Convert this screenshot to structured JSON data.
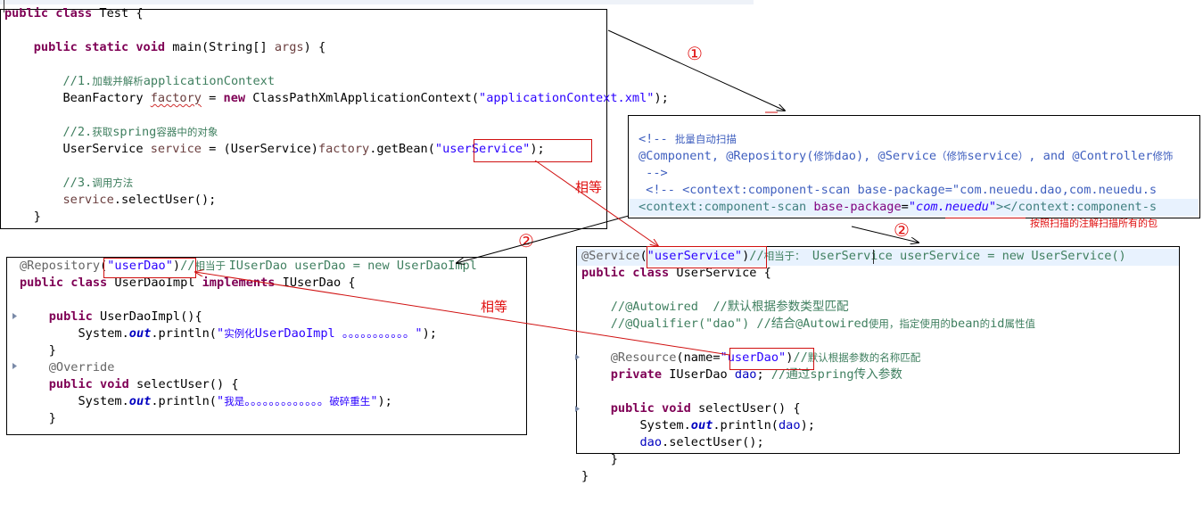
{
  "test": {
    "lines": [
      [
        {
          "c": "kw",
          "t": "public class "
        },
        {
          "t": "Test {"
        }
      ],
      [],
      [
        {
          "t": "    "
        },
        {
          "c": "kw",
          "t": "public static void "
        },
        {
          "t": "main(String[] "
        },
        {
          "c": "var",
          "t": "args"
        },
        {
          "t": ") {"
        }
      ],
      [],
      [
        {
          "t": "        "
        },
        {
          "c": "cm",
          "t": "//1."
        },
        {
          "c": "cm zh",
          "t": "加载并解析"
        },
        {
          "c": "cm",
          "t": "applicationContext"
        }
      ],
      [
        {
          "t": "        BeanFactory "
        },
        {
          "c": "var sq",
          "t": "factory"
        },
        {
          "t": " = "
        },
        {
          "c": "kw",
          "t": "new "
        },
        {
          "t": "ClassPathXmlApplicationContext("
        },
        {
          "c": "str",
          "t": "\"applicationContext.xml\""
        },
        {
          "t": ");"
        }
      ],
      [],
      [
        {
          "t": "        "
        },
        {
          "c": "cm",
          "t": "//2."
        },
        {
          "c": "cm zh",
          "t": "获取"
        },
        {
          "c": "cm",
          "t": "spring"
        },
        {
          "c": "cm zh",
          "t": "容器中的对象"
        }
      ],
      [
        {
          "t": "        UserService "
        },
        {
          "c": "var",
          "t": "service"
        },
        {
          "t": " = (UserService)"
        },
        {
          "c": "var",
          "t": "factory"
        },
        {
          "t": ".getBean("
        },
        {
          "c": "str",
          "t": "\"userService\""
        },
        {
          "t": ");"
        }
      ],
      [],
      [
        {
          "t": "        "
        },
        {
          "c": "cm",
          "t": "//3."
        },
        {
          "c": "cm zh",
          "t": "调用方法"
        }
      ],
      [
        {
          "t": "        "
        },
        {
          "c": "var",
          "t": "service"
        },
        {
          "t": ".selectUser();"
        }
      ],
      [
        {
          "t": "    }"
        }
      ]
    ]
  },
  "xml": {
    "lines": [
      [
        {
          "c": "xmlc",
          "t": "<!-- "
        },
        {
          "c": "xmlc zh",
          "t": "批量自动扫描"
        }
      ],
      [
        {
          "c": "xmlc",
          "t": "@Component, @Repository("
        },
        {
          "c": "xmlc zh",
          "t": "修饰"
        },
        {
          "c": "xmlc",
          "t": "dao), @Service"
        },
        {
          "c": "xmlc zh",
          "t": "（修饰"
        },
        {
          "c": "xmlc",
          "t": "service"
        },
        {
          "c": "xmlc zh",
          "t": "）"
        },
        {
          "c": "xmlc",
          "t": ", and @Controller"
        },
        {
          "c": "xmlc zh",
          "t": "修饰"
        }
      ],
      [
        {
          "c": "xmlc",
          "t": " -->"
        }
      ],
      [
        {
          "c": "xmlc",
          "t": " <!-- <context:component-scan base-package=\"com.neuedu.dao,com.neuedu.s"
        }
      ],
      [
        {
          "c": "xmlt",
          "t": "<context:component-scan "
        },
        {
          "c": "xmla",
          "t": "base-package"
        },
        {
          "t": "="
        },
        {
          "c": "xmlv",
          "t": "\"com.neuedu\""
        },
        {
          "c": "xmlt",
          "t": "></context:component-s"
        }
      ]
    ]
  },
  "dao": {
    "lines": [
      [
        {
          "c": "an",
          "t": "@Repository"
        },
        {
          "t": "("
        },
        {
          "c": "str",
          "t": "\"userDao\""
        },
        {
          "t": ")"
        },
        {
          "c": "cm",
          "t": "//"
        },
        {
          "c": "cm zh",
          "t": "相当于 "
        },
        {
          "c": "cm",
          "t": "IUserDao userDao = new UserDaoImpl"
        }
      ],
      [
        {
          "c": "kw",
          "t": "public class "
        },
        {
          "t": "UserDaoImpl "
        },
        {
          "c": "kw",
          "t": "implements "
        },
        {
          "t": "IUserDao {"
        }
      ],
      [],
      [
        {
          "t": "    "
        },
        {
          "c": "kw",
          "t": "public "
        },
        {
          "t": "UserDaoImpl(){"
        }
      ],
      [
        {
          "t": "        System."
        },
        {
          "c": "fldi",
          "t": "out"
        },
        {
          "t": ".println("
        },
        {
          "c": "str",
          "t": "\""
        },
        {
          "c": "str zh",
          "t": "实例化"
        },
        {
          "c": "str",
          "t": "UserDaoImpl 。。。。。。。。。。。\""
        },
        {
          "t": ");"
        }
      ],
      [
        {
          "t": "    }"
        }
      ],
      [
        {
          "t": "    "
        },
        {
          "c": "an",
          "t": "@Override"
        }
      ],
      [
        {
          "t": "    "
        },
        {
          "c": "kw",
          "t": "public void "
        },
        {
          "t": "selectUser() {"
        }
      ],
      [
        {
          "t": "        System."
        },
        {
          "c": "fldi",
          "t": "out"
        },
        {
          "t": ".println("
        },
        {
          "c": "str",
          "t": "\""
        },
        {
          "c": "str zh",
          "t": "我是"
        },
        {
          "c": "str",
          "t": "。。。。。。。。。。。。。"
        },
        {
          "c": "str zh",
          "t": "破碎重生"
        },
        {
          "c": "str",
          "t": "\""
        },
        {
          "t": ");"
        }
      ],
      [
        {
          "t": "    }"
        }
      ]
    ]
  },
  "service": {
    "lines": [
      [
        {
          "c": "an",
          "t": "@Service"
        },
        {
          "t": "("
        },
        {
          "c": "str",
          "t": "\"userService\""
        },
        {
          "t": ")"
        },
        {
          "c": "cm",
          "t": "//"
        },
        {
          "c": "cm zh",
          "t": "相当于："
        },
        {
          "c": "cm",
          "t": " UserService userService = new UserService()"
        }
      ],
      [
        {
          "c": "kw",
          "t": "public class "
        },
        {
          "t": "UserService {"
        }
      ],
      [],
      [
        {
          "t": "    "
        },
        {
          "c": "cm",
          "t": "//@Autowired  //"
        },
        {
          "c": "cm",
          "t": "默认根据参数类型匹配"
        }
      ],
      [
        {
          "t": "    "
        },
        {
          "c": "cm",
          "t": "//@Qualifier(\"dao\") //"
        },
        {
          "c": "cm",
          "t": "结合"
        },
        {
          "c": "cm",
          "t": "@Autowired"
        },
        {
          "c": "cm zh",
          "t": "使用，指定使用的"
        },
        {
          "c": "cm",
          "t": "bean"
        },
        {
          "c": "cm zh",
          "t": "的"
        },
        {
          "c": "cm",
          "t": "id"
        },
        {
          "c": "cm zh",
          "t": "属性值"
        }
      ],
      [],
      [
        {
          "t": "    "
        },
        {
          "c": "an",
          "t": "@Resource"
        },
        {
          "t": "(name="
        },
        {
          "c": "str",
          "t": "\"userDao\""
        },
        {
          "t": ")"
        },
        {
          "c": "cm",
          "t": "//"
        },
        {
          "c": "cm zh",
          "t": "默认根据参数的名称匹配"
        }
      ],
      [
        {
          "t": "    "
        },
        {
          "c": "kw",
          "t": "private "
        },
        {
          "t": "IUserDao "
        },
        {
          "c": "fld",
          "t": "dao"
        },
        {
          "t": "; "
        },
        {
          "c": "cm",
          "t": "//"
        },
        {
          "c": "cm",
          "t": "通过"
        },
        {
          "c": "cm",
          "t": "spring"
        },
        {
          "c": "cm",
          "t": "传入参数"
        }
      ],
      [],
      [
        {
          "t": "    "
        },
        {
          "c": "kw",
          "t": "public void "
        },
        {
          "t": "selectUser() {"
        }
      ],
      [
        {
          "t": "        System."
        },
        {
          "c": "fldi",
          "t": "out"
        },
        {
          "t": ".println("
        },
        {
          "c": "fld",
          "t": "dao"
        },
        {
          "t": ");"
        }
      ],
      [
        {
          "t": "        "
        },
        {
          "c": "fld",
          "t": "dao"
        },
        {
          "t": ".selectUser();"
        }
      ],
      [
        {
          "t": "    }"
        }
      ],
      [
        {
          "t": "}"
        }
      ]
    ]
  },
  "annotations": {
    "step1": "①",
    "step2a": "②",
    "step2b": "②",
    "equal1": "相等",
    "equal2": "相等",
    "scan_note": "按照扫描的注解扫描所有的包"
  },
  "colors": {
    "annotation_red": "#e01010",
    "box_red": "#d01010"
  }
}
